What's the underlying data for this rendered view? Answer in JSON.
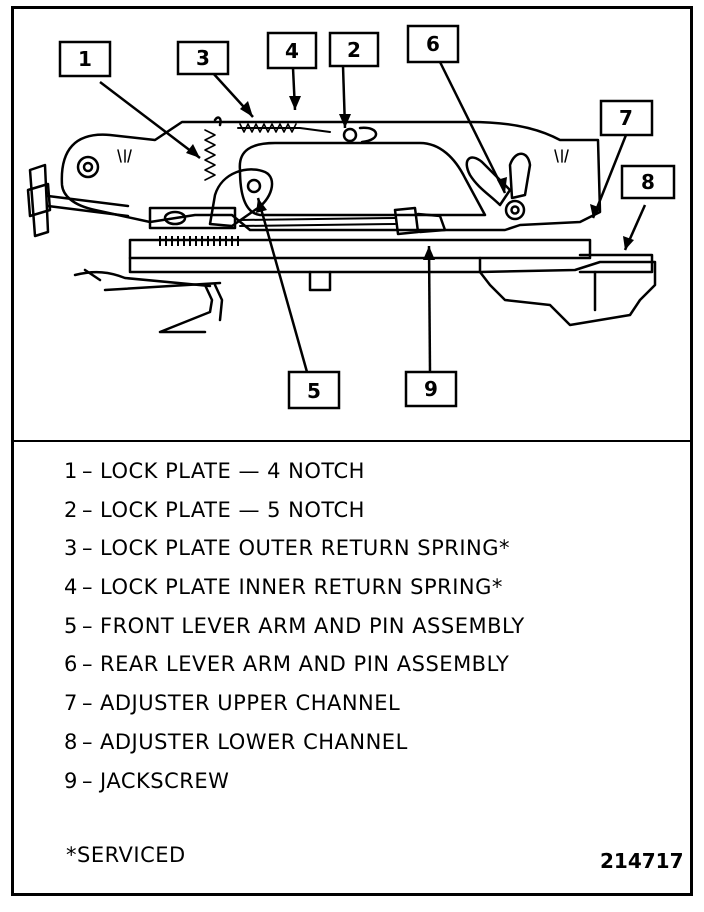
{
  "callouts": [
    {
      "number": "1"
    },
    {
      "number": "2"
    },
    {
      "number": "3"
    },
    {
      "number": "4"
    },
    {
      "number": "5"
    },
    {
      "number": "6"
    },
    {
      "number": "7"
    },
    {
      "number": "8"
    },
    {
      "number": "9"
    }
  ],
  "legend": [
    {
      "number": "1",
      "dash": "–",
      "label": "LOCK PLATE — 4 NOTCH"
    },
    {
      "number": "2",
      "dash": "–",
      "label": "LOCK PLATE — 5 NOTCH"
    },
    {
      "number": "3",
      "dash": "–",
      "label": "LOCK PLATE OUTER RETURN SPRING*"
    },
    {
      "number": "4",
      "dash": "–",
      "label": "LOCK PLATE INNER RETURN SPRING*"
    },
    {
      "number": "5",
      "dash": "–",
      "label": "FRONT LEVER ARM AND PIN ASSEMBLY"
    },
    {
      "number": "6",
      "dash": "–",
      "label": "REAR LEVER ARM AND PIN ASSEMBLY"
    },
    {
      "number": "7",
      "dash": "–",
      "label": "ADJUSTER UPPER CHANNEL"
    },
    {
      "number": "8",
      "dash": "–",
      "label": "ADJUSTER LOWER CHANNEL"
    },
    {
      "number": "9",
      "dash": "–",
      "label": "JACKSCREW"
    }
  ],
  "footnote": "*SERVICED",
  "figure_id": "214717"
}
